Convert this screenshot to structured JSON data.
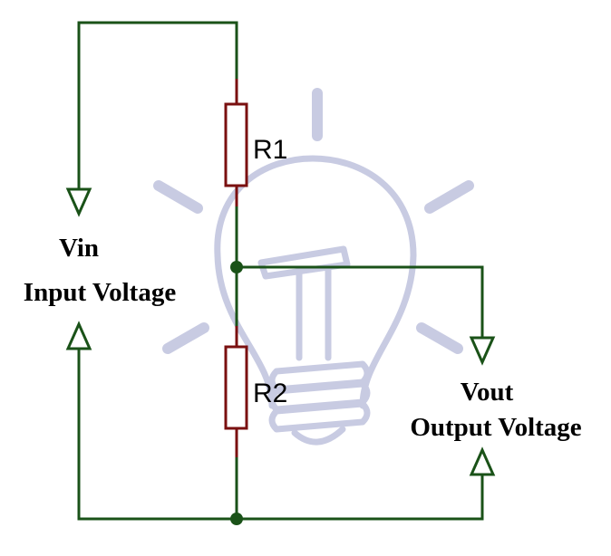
{
  "colors": {
    "wire": "#1a5218",
    "resistor": "#7a1010",
    "watermark": "#c8cbe2",
    "background": "#ffffff",
    "text": "#000000"
  },
  "components": {
    "r1": {
      "label": "R1"
    },
    "r2": {
      "label": "R2"
    }
  },
  "input": {
    "symbol": "Vin",
    "name": "Input Voltage"
  },
  "output": {
    "symbol": "Vout",
    "name": "Output Voltage"
  },
  "watermark": {
    "icon": "lightbulb-icon"
  }
}
